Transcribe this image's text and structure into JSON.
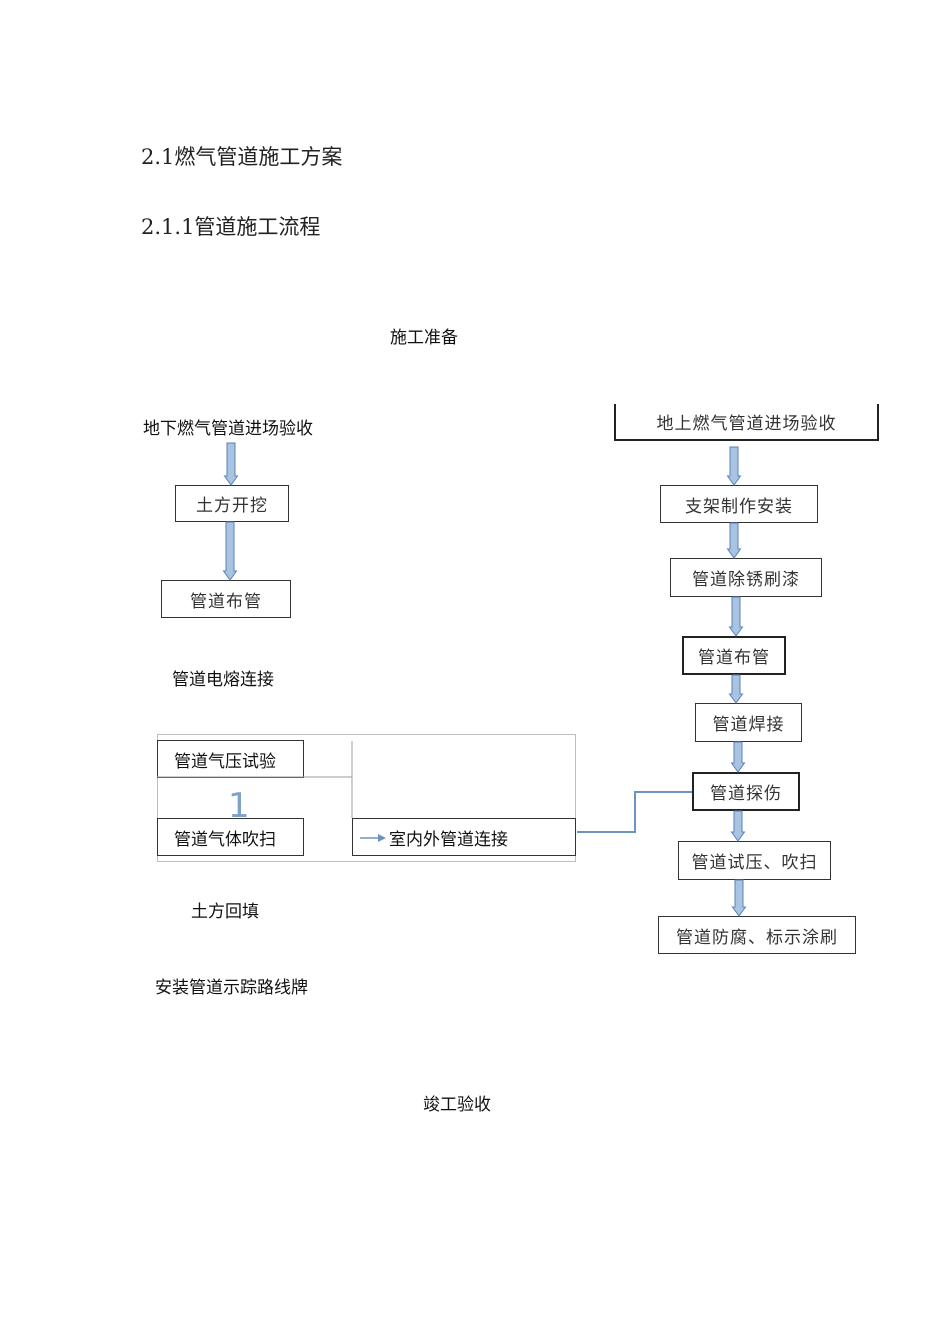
{
  "headings": {
    "section": "2.1燃气管道施工方案",
    "subsection": "2.1.1管道施工流程"
  },
  "flow": {
    "start": "施工准备",
    "end": "竣工验收",
    "underground": {
      "title": "地下燃气管道进场验收",
      "excavation": "土方开挖",
      "laying": "管道布管",
      "fusion": "管道电熔连接",
      "pressure_test": "管道气压试验",
      "purge": "管道气体吹扫",
      "marker_glyph": "1",
      "indoor_connection": "室内外管道连接",
      "backfill": "土方回填",
      "route_sign": "安装管道示踪路线牌"
    },
    "aboveground": {
      "title": "地上燃气管道进场验收",
      "support": "支架制作安装",
      "rust_paint": "管道除锈刷漆",
      "laying": "管道布管",
      "welding": "管道焊接",
      "inspection": "管道探伤",
      "pressure_purge": "管道试压、吹扫",
      "anticorrosion": "管道防腐、标示涂刷"
    }
  },
  "colors": {
    "arrow_fill": "#a9c3e3",
    "arrow_stroke": "#5b82b5",
    "connector": "#6f93c0",
    "box_border": "#333333"
  }
}
